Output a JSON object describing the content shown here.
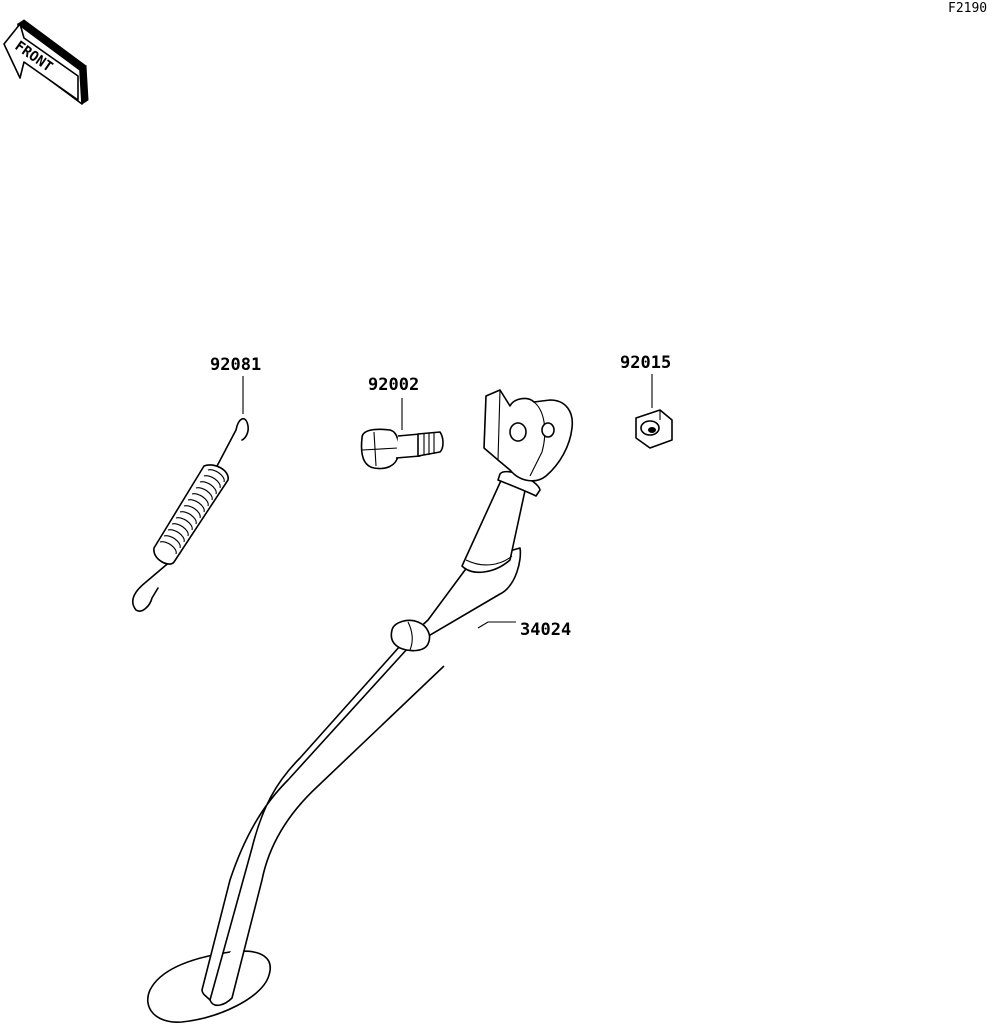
{
  "figure": {
    "code": "F2190",
    "direction_label": "FRONT",
    "icons": [
      "front-arrow-icon"
    ]
  },
  "parts": [
    {
      "number": "92081"
    },
    {
      "number": "92002"
    },
    {
      "number": "92015"
    },
    {
      "number": "34024"
    }
  ]
}
